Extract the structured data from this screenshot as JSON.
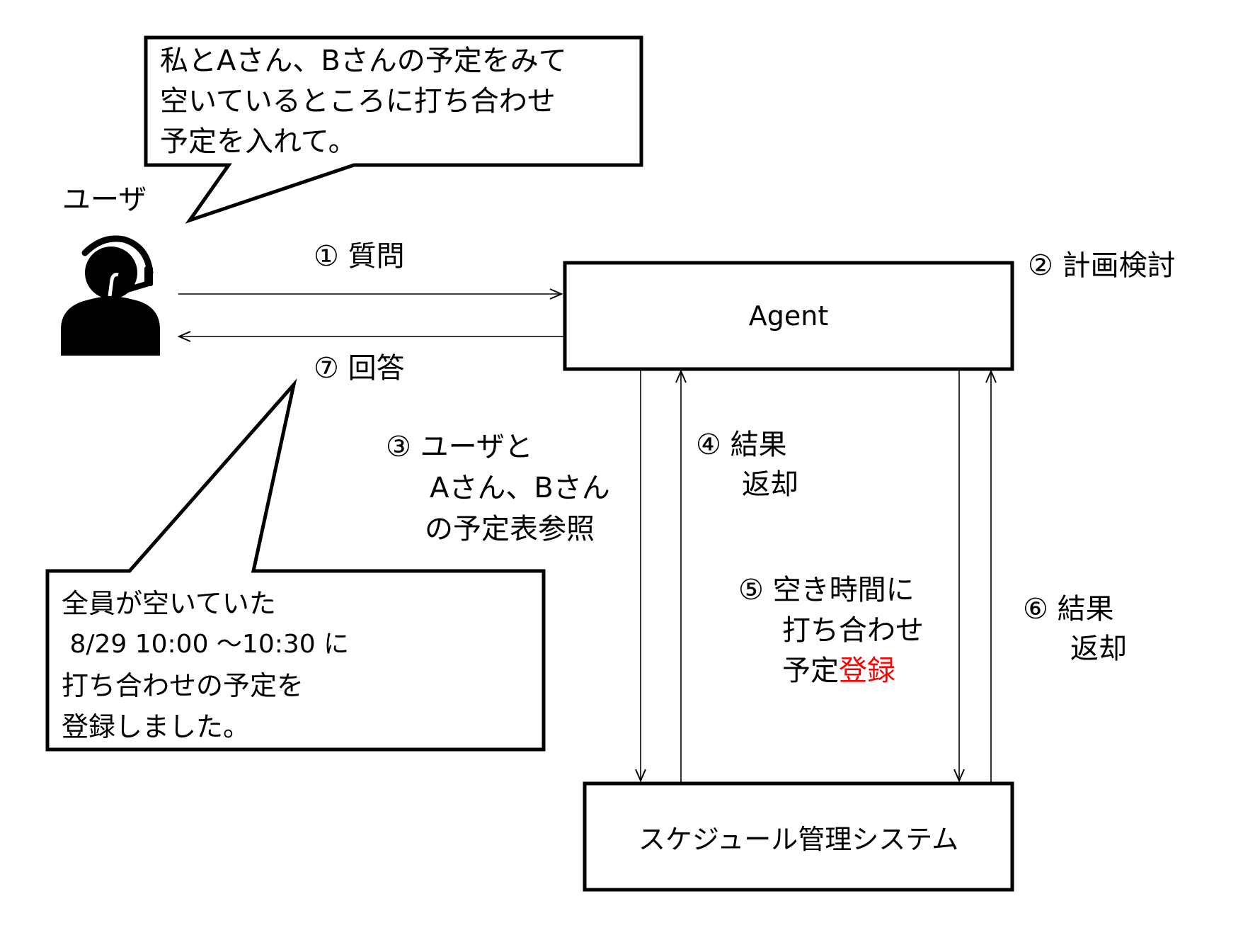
{
  "colors": {
    "stroke": "#000000",
    "accent": "#ff0000",
    "background": "#ffffff"
  },
  "actors": {
    "user": {
      "label": "ユーザ",
      "icon": "headset-user-icon"
    }
  },
  "nodes": {
    "agent": {
      "label": "Agent"
    },
    "schedule_system": {
      "label": "スケジュール管理システム"
    }
  },
  "bubbles": {
    "request": {
      "lines": [
        "私とAさん、Bさんの予定をみて",
        "空いているところに打ち合わせ",
        "予定を入れて。"
      ]
    },
    "response": {
      "lines": [
        "全員が空いていた",
        " 8/29 10:00 〜10:30 に",
        "打ち合わせの予定を",
        "登録しました。"
      ]
    }
  },
  "steps": {
    "s1": {
      "number": "①",
      "lines": [
        "質問"
      ]
    },
    "s2": {
      "number": "②",
      "lines": [
        "計画検討"
      ]
    },
    "s3": {
      "number": "③",
      "lines": [
        "ユーザと",
        "Aさん、Bさん",
        "の予定表参照"
      ]
    },
    "s4": {
      "number": "④",
      "lines": [
        "結果",
        "返却"
      ]
    },
    "s5": {
      "number": "⑤",
      "lines": [
        "空き時間に",
        "打ち合わせ",
        "予定"
      ],
      "highlight": "登録"
    },
    "s6": {
      "number": "⑥",
      "lines": [
        "結果",
        "返却"
      ]
    },
    "s7": {
      "number": "⑦",
      "lines": [
        "回答"
      ]
    }
  }
}
